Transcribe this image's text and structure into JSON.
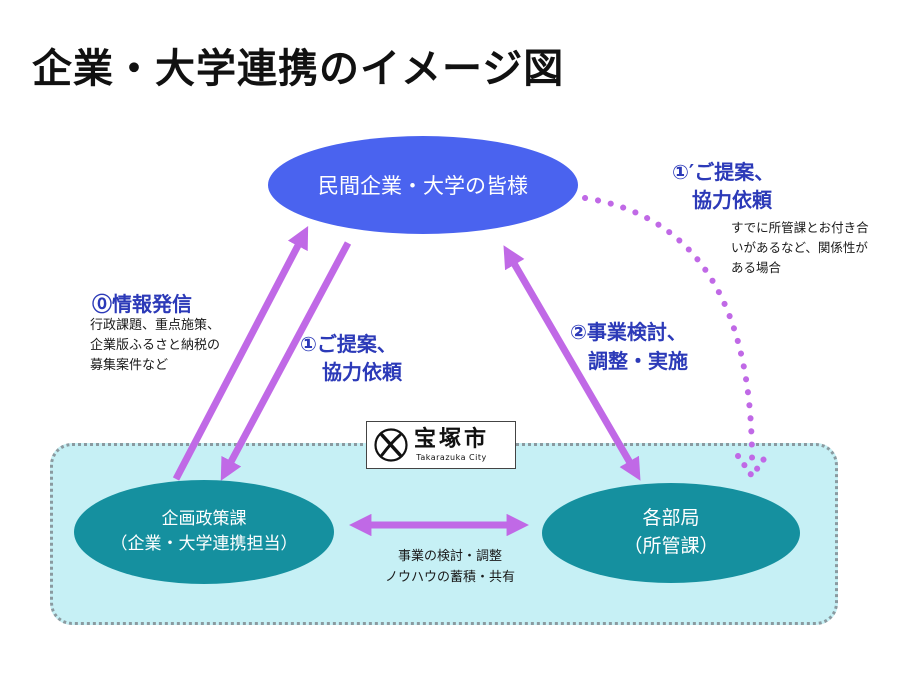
{
  "title": "企業・大学連携のイメージ図",
  "nodes": {
    "private": "民間企業・大学の皆様",
    "planning": {
      "line1": "企画政策課",
      "line2": "（企業・大学連携担当）"
    },
    "dept": {
      "line1": "各部局",
      "line2": "（所管課）"
    }
  },
  "labels": {
    "info": {
      "heading": "⓪情報発信",
      "lines": [
        "行政課題、重点施策、",
        "企業版ふるさと納税の",
        "募集案件など"
      ]
    },
    "proposal": {
      "line1": "①ご提案、",
      "line2": "協力依頼"
    },
    "proposal_direct": {
      "line1": "①′ご提案、",
      "line2": "協力依頼",
      "notes": [
        "すでに所管課とお付き合",
        "いがあるなど、関係性が",
        "ある場合"
      ]
    },
    "business": {
      "line1": "②事業検討、",
      "line2": "調整・実施"
    },
    "share": {
      "line1": "事業の検討・調整",
      "line2": "ノウハウの蓄積・共有"
    }
  },
  "logo": {
    "name": "宝塚市",
    "english": "Takarazuka City"
  },
  "colors": {
    "arrow": "#c069e6",
    "blue_node": "#4a63ef",
    "teal_node": "#15909f",
    "zone": "#c6f0f5",
    "label_blue": "#2c3ab8"
  }
}
